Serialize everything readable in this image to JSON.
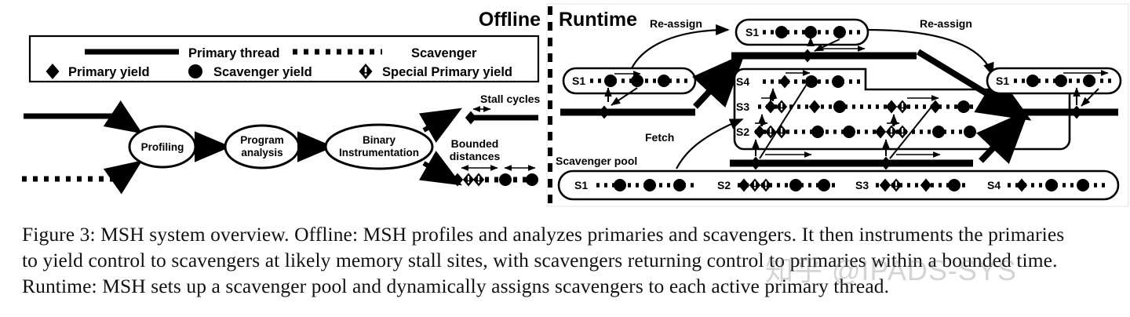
{
  "figure": {
    "sections": {
      "offline_label": "Offline",
      "runtime_label": "Runtime"
    },
    "legend": {
      "items": [
        {
          "icon": "solid-line",
          "label": "Primary thread"
        },
        {
          "icon": "dotted-line",
          "label": "Scavenger"
        },
        {
          "icon": "diamond",
          "label": "Primary yield"
        },
        {
          "icon": "circle",
          "label": "Scavenger yield"
        },
        {
          "icon": "diamond-exclaim",
          "label": "Special Primary yield"
        }
      ]
    },
    "offline": {
      "stages": [
        {
          "id": "profiling",
          "label": "Profiling"
        },
        {
          "id": "program-analysis",
          "label": "Program\nanalysis",
          "line1": "Program",
          "line2": "analysis"
        },
        {
          "id": "binary-instrumentation",
          "label": "Binary\nInstrumentation",
          "line1": "Binary",
          "line2": "Instrumentation"
        }
      ],
      "outputs": [
        {
          "id": "stall-cycles",
          "label": "Stall cycles"
        },
        {
          "id": "bounded-distances",
          "line1": "Bounded",
          "line2": "distances"
        }
      ]
    },
    "runtime": {
      "labels": {
        "reassign_left": "Re-assign",
        "reassign_right": "Re-assign",
        "fetch": "Fetch",
        "scavenger_pool": "Scavenger pool"
      },
      "threads": {
        "left_scavenger": "S1",
        "top_scavenger": "S1",
        "right_scavenger": "S1",
        "cluster": [
          "S4",
          "S3",
          "S2"
        ]
      },
      "pool": [
        {
          "id": "S1",
          "label": "S1"
        },
        {
          "id": "S2",
          "label": "S2"
        },
        {
          "id": "S3",
          "label": "S3"
        },
        {
          "id": "S4",
          "label": "S4"
        }
      ]
    }
  },
  "caption": {
    "line1": "Figure 3: MSH system overview. Offline: MSH profiles and analyzes primaries and scavengers. It then instruments the primaries",
    "line2": "to yield control to scavengers at likely memory stall sites, with scavengers returning control to primaries within a bounded time.",
    "line3": "Runtime: MSH sets up a scavenger pool and dynamically assigns scavengers to each active primary thread."
  },
  "watermark": {
    "text": "知乎 @IPADS-SYS"
  },
  "colors": {
    "ink": "#000000",
    "paper": "#ffffff",
    "panel_border": "#e8e8e8",
    "watermark": "#78787d"
  }
}
